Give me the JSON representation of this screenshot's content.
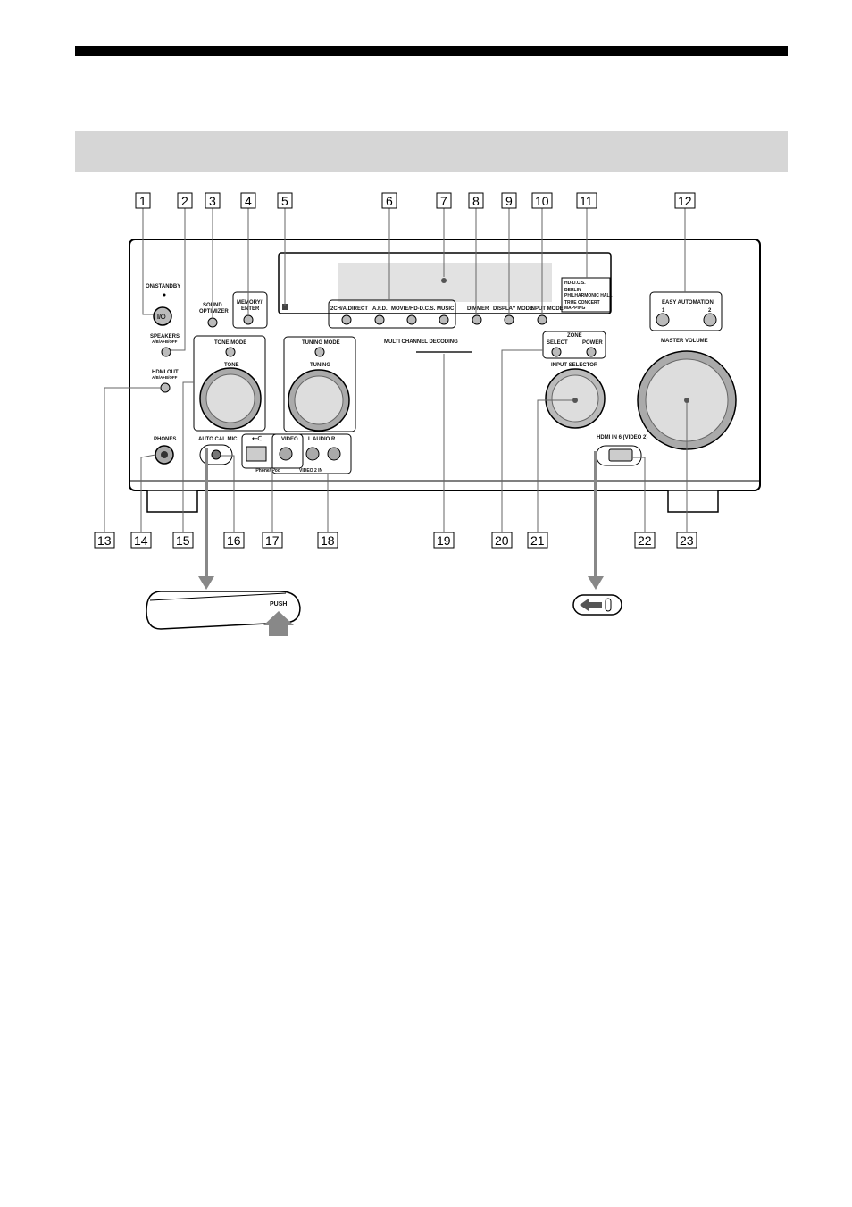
{
  "callouts": [
    "1",
    "2",
    "3",
    "4",
    "5",
    "6",
    "7",
    "8",
    "9",
    "10",
    "11",
    "12",
    "13",
    "14",
    "15",
    "16",
    "17",
    "18",
    "19",
    "20",
    "21",
    "22",
    "23"
  ],
  "panel": {
    "on_standby": "ON/STANDBY",
    "sound_optimizer_1": "SOUND",
    "sound_optimizer_2": "OPTIMIZER",
    "memory_enter_1": "MEMORY/",
    "memory_enter_2": "ENTER",
    "speakers_1": "SPEAKERS",
    "speakers_2": "A/B/A+B/OFF",
    "hdmi_out_1": "HDMI OUT",
    "hdmi_out_2": "A/B/A+B/OFF",
    "tone_mode": "TONE MODE",
    "tone": "TONE",
    "tuning_mode": "TUNING MODE",
    "tuning": "TUNING",
    "phones": "PHONES",
    "auto_cal_mic": "AUTO CAL MIC",
    "video": "VIDEO",
    "audio_lr": "L  AUDIO  R",
    "iphone_ipod": "iPhone/iPod",
    "video2_in": "VIDEO 2 IN",
    "two_ch": "2CH/A.DIRECT",
    "afd": "A.F.D.",
    "movie": "MOVIE/HD-D.C.S.",
    "music": "MUSIC",
    "dimmer": "DIMMER",
    "display_mode": "DISPLAY MODE",
    "input_mode": "INPUT MODE",
    "multi_channel": "MULTI CHANNEL DECODING",
    "zone": "ZONE",
    "select": "SELECT",
    "power": "POWER",
    "input_selector": "INPUT SELECTOR",
    "easy_automation": "EASY AUTOMATION",
    "ea_1": "1",
    "ea_2": "2",
    "master_volume": "MASTER VOLUME",
    "hdmi_in6": "HDMI IN 6 (VIDEO 2)",
    "ind_1": "HD-D.C.S.",
    "ind_2": "BERLIN",
    "ind_3": "PHILHARMONIC HALL",
    "ind_4": "TRUE CONCERT",
    "ind_5": "MAPPING",
    "push": "PUSH"
  }
}
